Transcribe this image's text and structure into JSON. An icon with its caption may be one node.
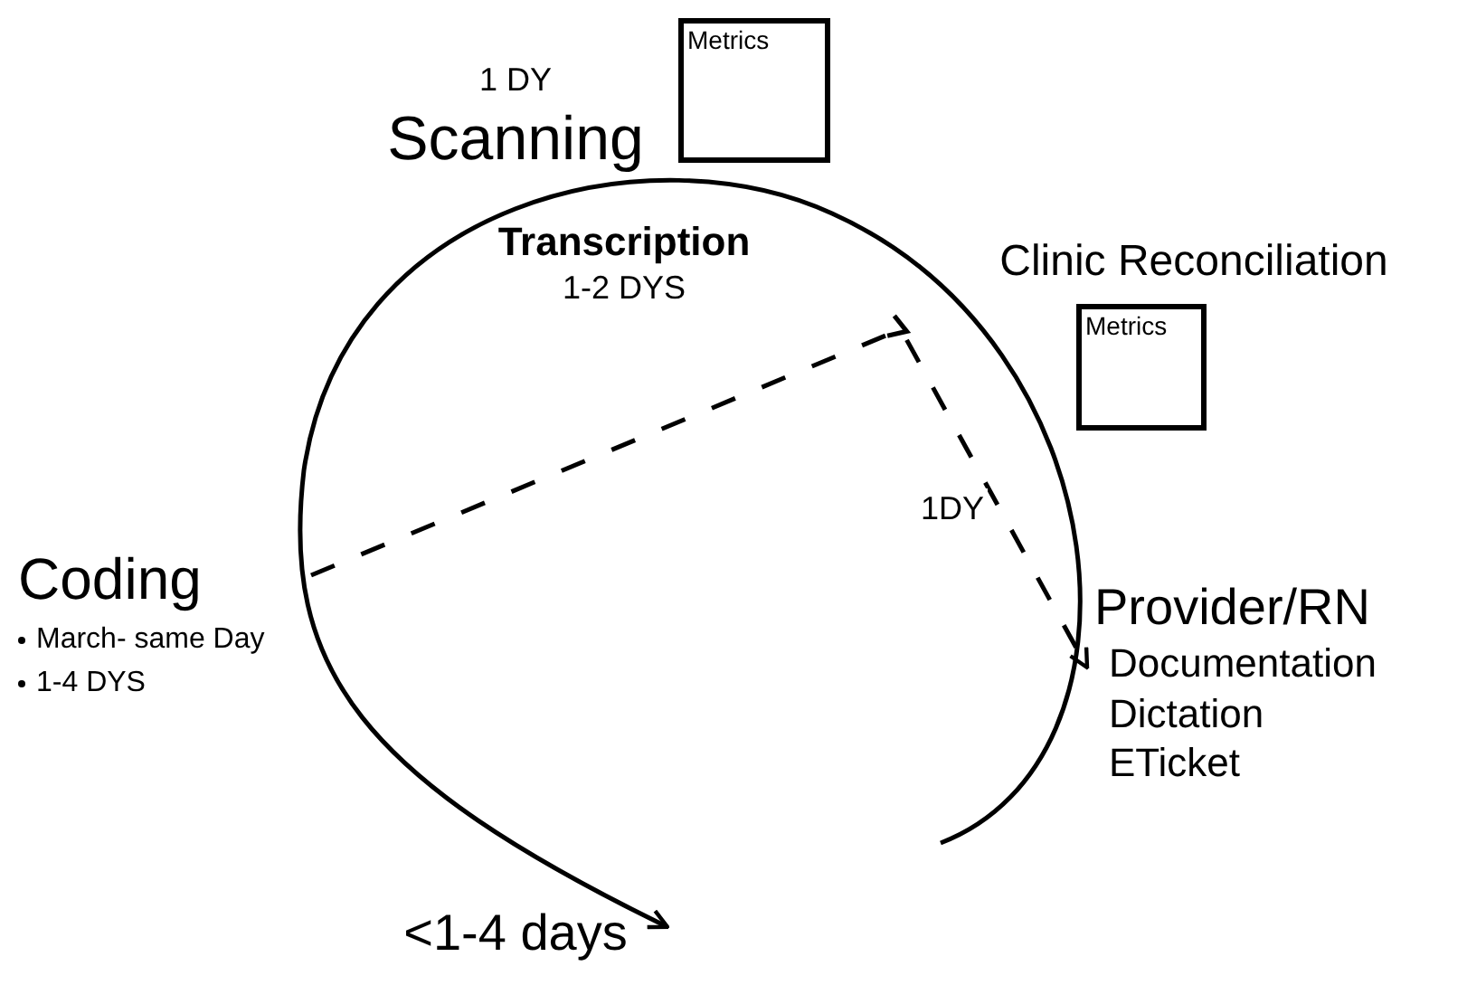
{
  "diagram": {
    "nodes": [
      {
        "text": [
          "Scanning"
        ],
        "beside": [
          "1 DY"
        ]
      },
      {
        "text": [
          "Metrics"
        ]
      },
      {
        "text": [
          "Transcription"
        ],
        "beside": [
          "1-2 DYS"
        ]
      },
      {
        "text": [
          "Clinic Reconciliation"
        ]
      },
      {
        "text": [
          "Metrics"
        ]
      },
      {
        "text": [
          "Provider/RN",
          "Documentation",
          "Dictation",
          "ETicket"
        ]
      },
      {
        "text": [
          "Coding",
          "March- same Day",
          "1-4 DYS"
        ]
      },
      {
        "text": [
          "<1-4 days"
        ]
      }
    ],
    "edges": [
      {
        "from": 6,
        "to": 5,
        "arrow": "to",
        "style": "dashed",
        "label": "1DY"
      },
      {
        "from": null,
        "to": 7,
        "arrow": "to"
      }
    ]
  }
}
